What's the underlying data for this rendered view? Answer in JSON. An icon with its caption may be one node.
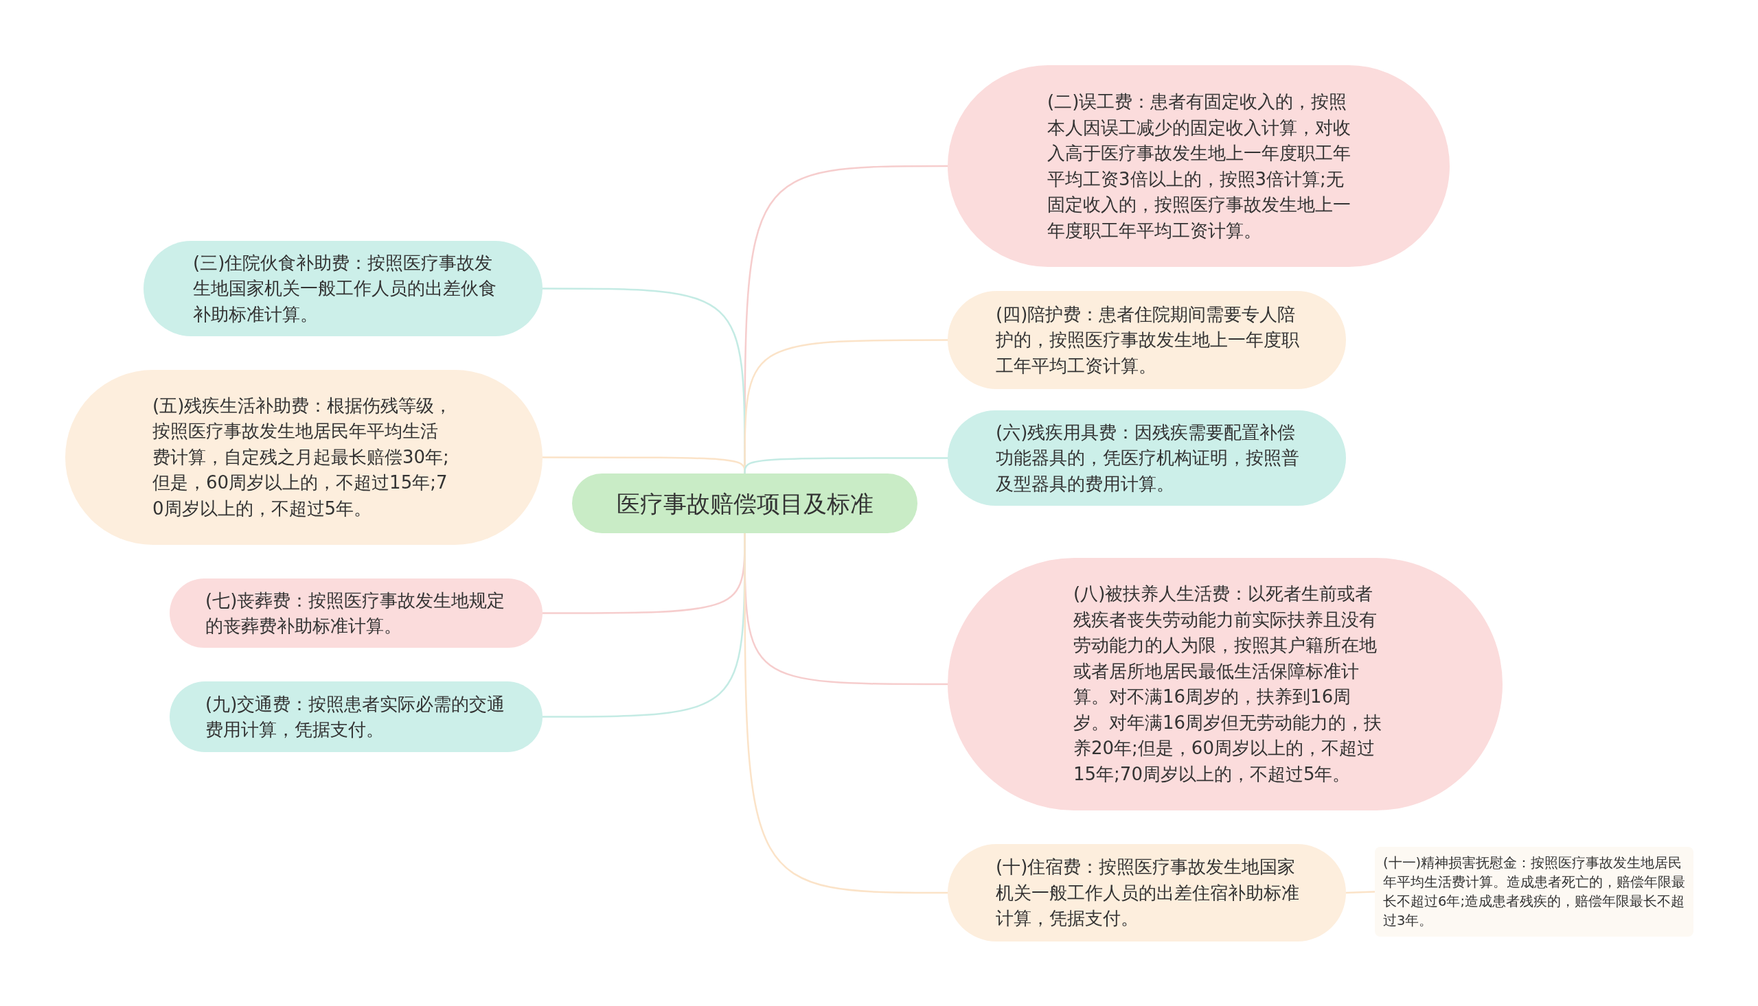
{
  "diagram": {
    "nodes": [
      {
        "text": [
          "医疗事故赔偿项目及标准"
        ]
      },
      {
        "text": [
          "(二)误工费：患者有固定收入的，按照本人因误工减少的固定收入计算，对收入高于医疗事故发生地上一年度职工年平均工资3倍以上的，按照3倍计算;无固定收入的，按照医疗事故发生地上一年度职工年平均工资计算。"
        ]
      },
      {
        "text": [
          "(三)住院伙食补助费：按照医疗事故发生地国家机关一般工作人员的出差伙食补助标准计算。"
        ]
      },
      {
        "text": [
          "(四)陪护费：患者住院期间需要专人陪护的，按照医疗事故发生地上一年度职工年平均工资计算。"
        ]
      },
      {
        "text": [
          "(五)残疾生活补助费：根据伤残等级，按照医疗事故发生地居民年平均生活费计算，自定残之月起最长赔偿30年;但是，60周岁以上的，不超过15年;70周岁以上的，不超过5年。"
        ]
      },
      {
        "text": [
          "(六)残疾用具费：因残疾需要配置补偿功能器具的，凭医疗机构证明，按照普及型器具的费用计算。"
        ]
      },
      {
        "text": [
          "(七)丧葬费：按照医疗事故发生地规定的丧葬费补助标准计算。"
        ]
      },
      {
        "text": [
          "(八)被扶养人生活费：以死者生前或者残疾者丧失劳动能力前实际扶养且没有劳动能力的人为限，按照其户籍所在地或者居所地居民最低生活保障标准计算。对不满16周岁的，扶养到16周岁。对年满16周岁但无劳动能力的，扶养20年;但是，60周岁以上的，不超过15年;70周岁以上的，不超过5年。"
        ]
      },
      {
        "text": [
          "(九)交通费：按照患者实际必需的交通费用计算，凭据支付。"
        ]
      },
      {
        "text": [
          "(十)住宿费：按照医疗事故发生地国家机关一般工作人员的出差住宿补助标准计算，凭据支付。"
        ]
      },
      {
        "text": [
          "(十一)精神损害抚慰金：按照医疗事故发生地居民年平均生活费计算。造成患者死亡的，赔偿年限最长不超过6年;造成患者残疾的，赔偿年限最长不超过3年。"
        ]
      }
    ],
    "edges": [
      {
        "from": 0,
        "to": 1,
        "arrow": "none",
        "color": "#f6cdcd"
      },
      {
        "from": 0,
        "to": 2,
        "arrow": "none",
        "color": "#c4ebe4"
      },
      {
        "from": 0,
        "to": 3,
        "arrow": "none",
        "color": "#fbe3c8"
      },
      {
        "from": 0,
        "to": 4,
        "arrow": "none",
        "color": "#fbe3c8"
      },
      {
        "from": 0,
        "to": 5,
        "arrow": "none",
        "color": "#c4ebe4"
      },
      {
        "from": 0,
        "to": 6,
        "arrow": "none",
        "color": "#f6cdcd"
      },
      {
        "from": 0,
        "to": 7,
        "arrow": "none",
        "color": "#f6cdcd"
      },
      {
        "from": 0,
        "to": 8,
        "arrow": "none",
        "color": "#c4ebe4"
      },
      {
        "from": 0,
        "to": 9,
        "arrow": "none",
        "color": "#fbe3c8"
      },
      {
        "from": 9,
        "to": 10,
        "arrow": "none",
        "color": "#fbe3c8"
      }
    ]
  }
}
